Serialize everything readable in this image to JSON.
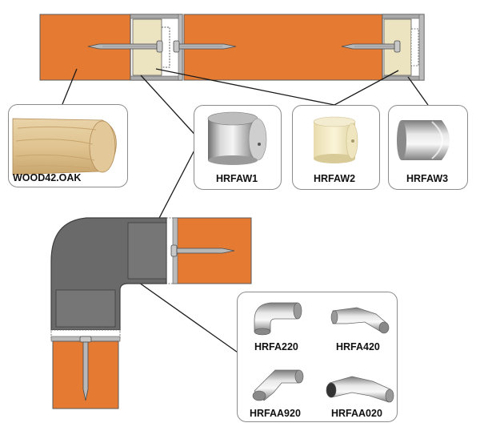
{
  "products": {
    "wood": {
      "code": "WOOD42.OAK"
    },
    "cap1": {
      "code": "HRFAW1"
    },
    "cap2": {
      "code": "HRFAW2"
    },
    "cap3": {
      "code": "HRFAW3"
    },
    "elbows": [
      {
        "code": "HRFA220"
      },
      {
        "code": "HRFA420"
      },
      {
        "code": "HRFAA920"
      },
      {
        "code": "HRFAA020"
      }
    ]
  },
  "colors": {
    "wood_orange": "#e57a33",
    "steel_dark": "#666666",
    "plug_cream": "#ece3c0",
    "outline": "#5b5b5b"
  }
}
